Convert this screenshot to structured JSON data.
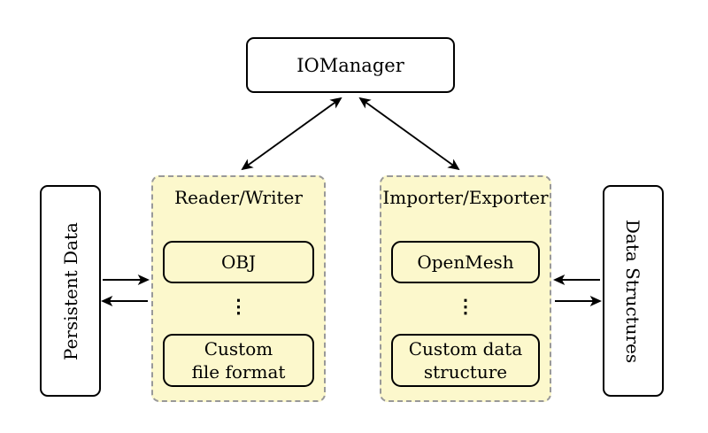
{
  "colors": {
    "container-fill": "#fcf8cc",
    "container-border": "#999999",
    "box-border": "#000000",
    "box-fill": "#ffffff",
    "arrow": "#000000"
  },
  "nodes": {
    "io_manager": "IOManager",
    "persistent_data": "Persistent Data",
    "data_structures": "Data Structures"
  },
  "containers": [
    {
      "title": "Reader/Writer",
      "top_item": "OBJ",
      "ellipsis": "⋮",
      "bottom_item": [
        "Custom",
        "file format"
      ]
    },
    {
      "title": "Importer/Exporter",
      "top_item": "OpenMesh",
      "ellipsis": "⋮",
      "bottom_item": [
        "Custom data",
        "structure"
      ]
    }
  ],
  "edges": [
    {
      "from": "IOManager",
      "to": "Reader/Writer",
      "direction": "both"
    },
    {
      "from": "IOManager",
      "to": "Importer/Exporter",
      "direction": "both"
    },
    {
      "from": "Persistent Data",
      "to": "Reader/Writer",
      "direction": "forward"
    },
    {
      "from": "Reader/Writer",
      "to": "Persistent Data",
      "direction": "forward"
    },
    {
      "from": "Data Structures",
      "to": "Importer/Exporter",
      "direction": "forward"
    },
    {
      "from": "Importer/Exporter",
      "to": "Data Structures",
      "direction": "forward"
    }
  ]
}
